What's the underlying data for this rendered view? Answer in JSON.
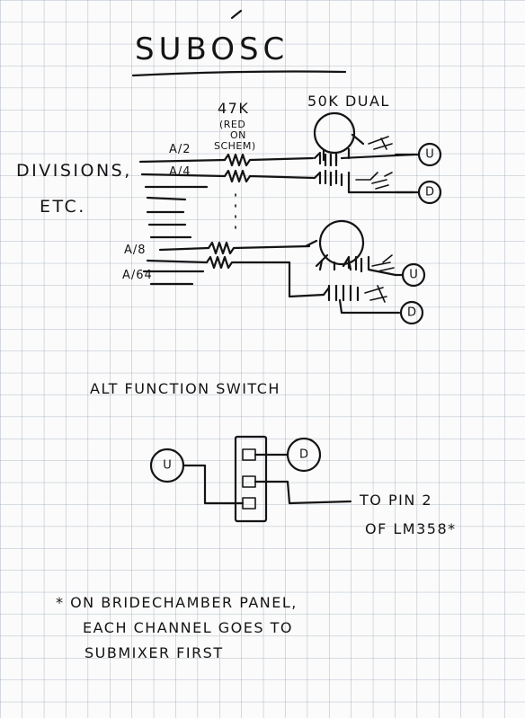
{
  "title": "SUBOSC",
  "labels": {
    "divisions": "DIVISIONS,",
    "etc": "ETC.",
    "r47k": "47K",
    "red1": "(RED",
    "red2": "ON",
    "red3": "SCHEM)",
    "pot": "50K DUAL",
    "a2": "A/2",
    "a4": "A/4",
    "a8": "A/8",
    "a64": "A/64",
    "switch_title": "ALT FUNCTION SWITCH",
    "to_pin_1": "TO PIN 2",
    "to_pin_2": "OF LM358*",
    "note_1": "* ON BRIDECHAMBER PANEL,",
    "note_2": "EACH CHANNEL GOES TO",
    "note_3": "SUBMIXER FIRST"
  },
  "nodes": {
    "u": "U",
    "d": "D"
  },
  "colors": {
    "paper": "#fbfbfb",
    "grid": "#9aa6b6",
    "ink": "#141414"
  }
}
